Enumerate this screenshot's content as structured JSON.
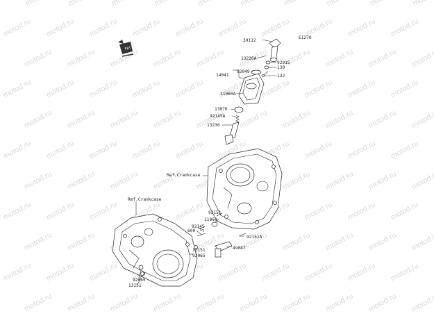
{
  "diagram_code": "E1270",
  "watermark": "motod.ru",
  "icon": "front-arrow-icon",
  "references": {
    "upper": "Ref.Crankcase",
    "lower": "Ref.Crankcase"
  },
  "labels": {
    "p39112": "39112",
    "p13236A": "13236A",
    "p92015": "92015",
    "p130": "130",
    "p92049": "92049",
    "p14041": "14041",
    "p132": "132",
    "p11060A": "11060A",
    "p13070": "13070",
    "p92145A": "92145A",
    "p13236": "13236",
    "p92151": "92151",
    "p11060": "11060",
    "p92145": "92145",
    "p600": "600",
    "p92151A": "92151A",
    "p49047": "49047",
    "p13151a": "13151",
    "p92065a": "92065",
    "p92065b": "92065",
    "p13151b": "13151"
  }
}
